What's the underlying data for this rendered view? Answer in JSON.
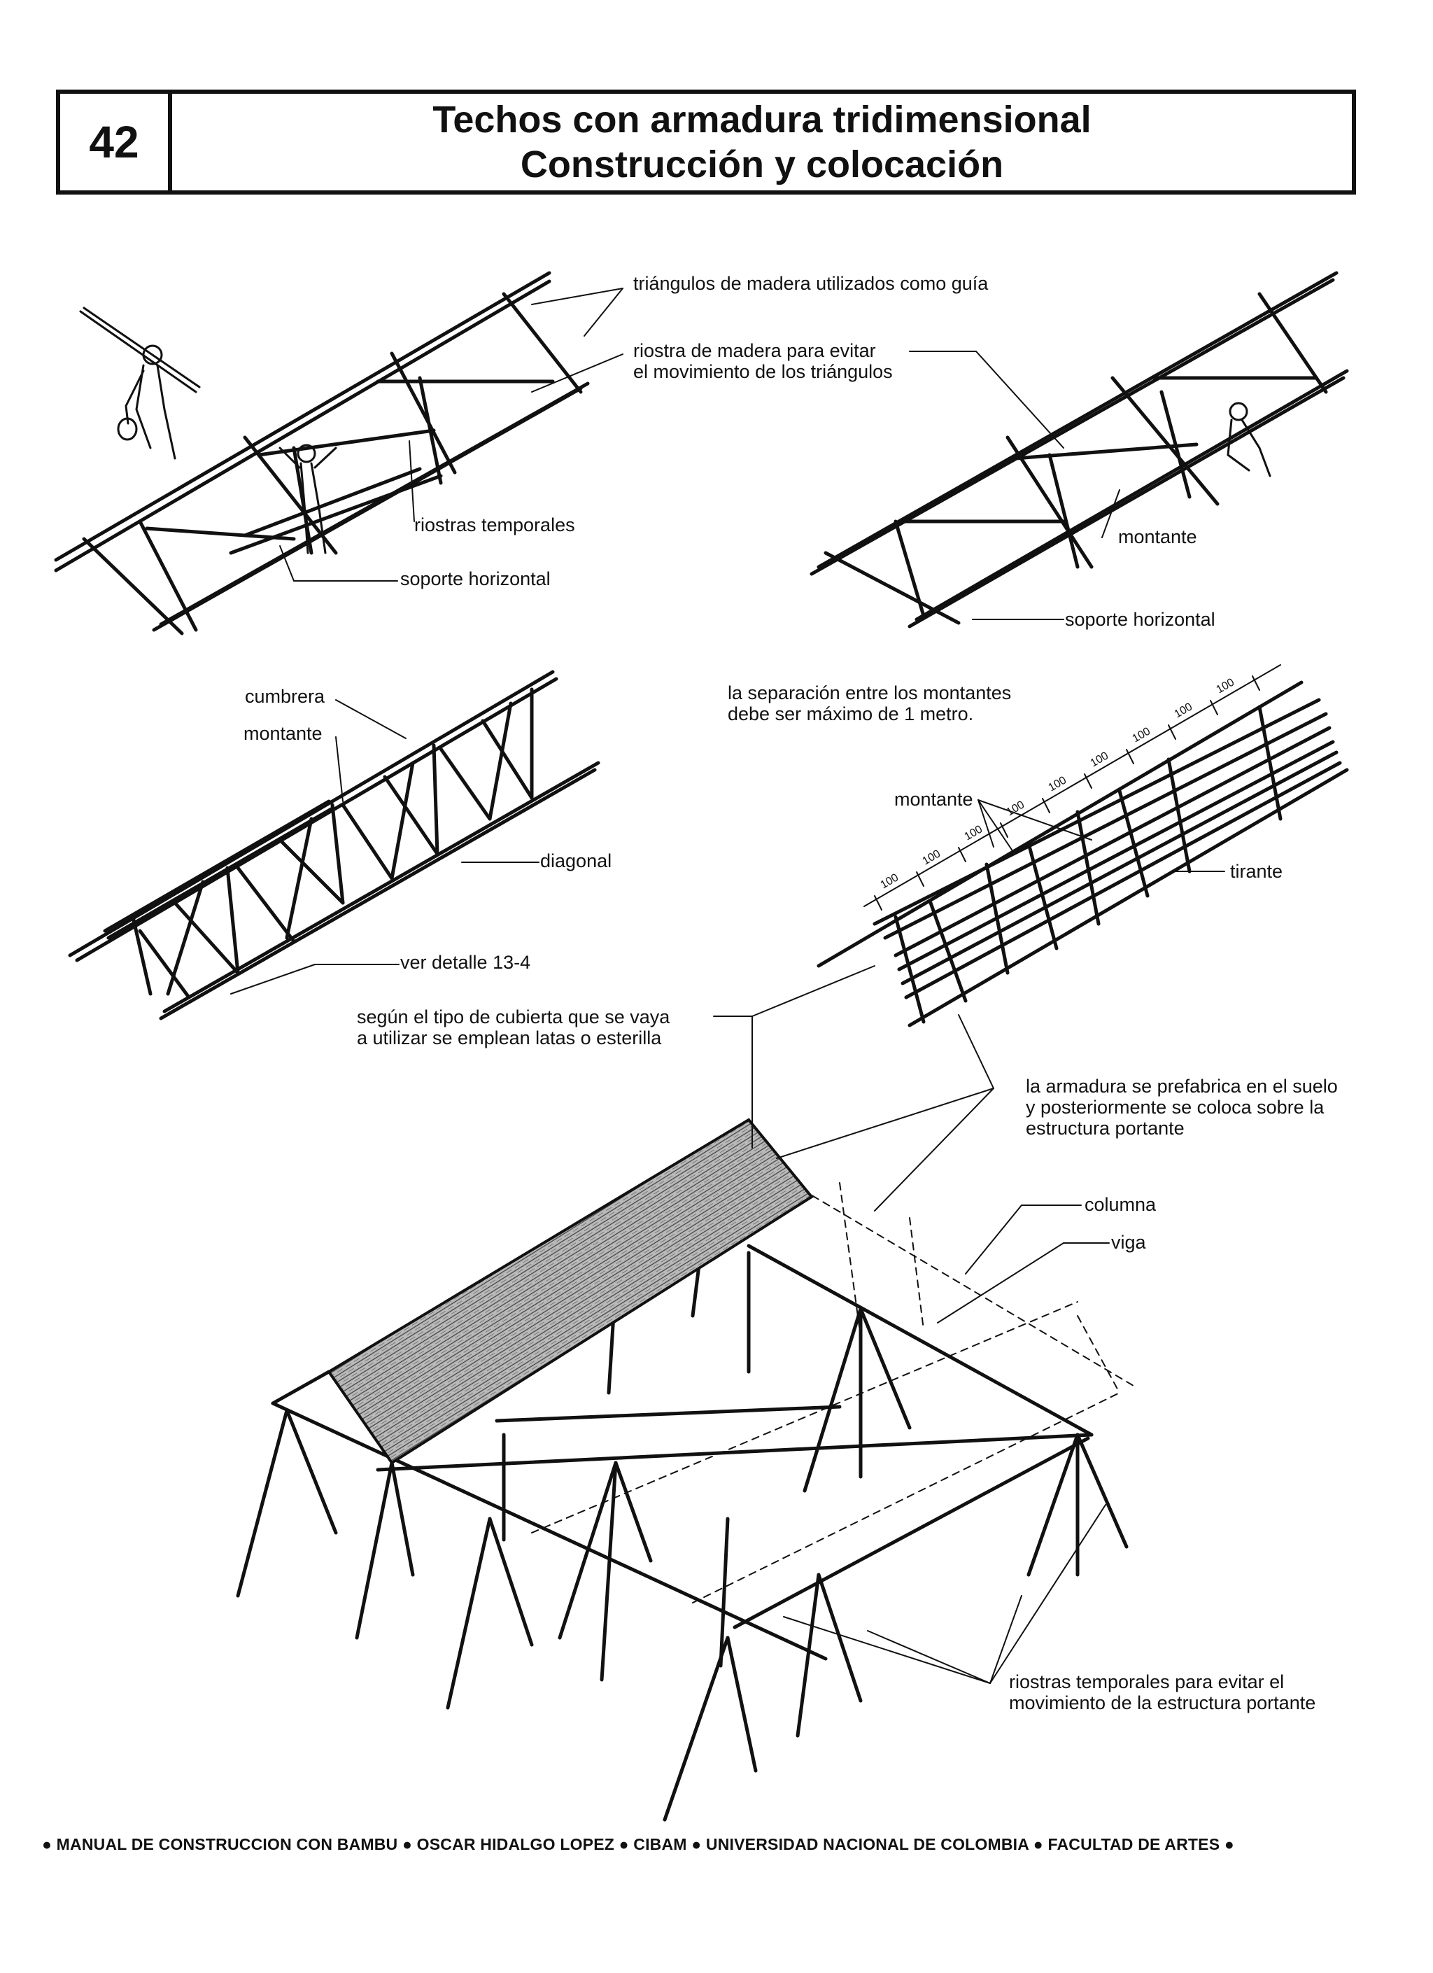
{
  "header": {
    "page_number": "42",
    "title_line1": "Techos con armadura tridimensional",
    "title_line2": "Construcción y colocación"
  },
  "labels": {
    "triangulos": "triángulos de madera utilizados como guía",
    "riostra_madera_1": "riostra de madera para evitar",
    "riostra_madera_2": "el movimiento de los triángulos",
    "riostras_temporales": "riostras temporales",
    "soporte_horizontal_left": "soporte horizontal",
    "montante_top_right": "montante",
    "soporte_horizontal_right": "soporte horizontal",
    "cumbrera": "cumbrera",
    "montante_mid_left": "montante",
    "diagonal": "diagonal",
    "ver_detalle": "ver detalle 13-4",
    "separacion_1": "la separación entre los montantes",
    "separacion_2": "debe ser máximo de 1 metro.",
    "montante_mid_right": "montante",
    "tirante": "tirante",
    "dimension": "100",
    "cubierta_1": "según el tipo de cubierta que se vaya",
    "cubierta_2": "a utilizar se emplean latas o esterilla",
    "prefabrica_1": "la armadura se prefabrica en el suelo",
    "prefabrica_2": "y posteriormente se coloca sobre la",
    "prefabrica_3": "estructura portante",
    "columna": "columna",
    "viga": "viga",
    "riostras_portante_1": "riostras temporales para evitar el",
    "riostras_portante_2": "movimiento de la estructura portante"
  },
  "footer": {
    "text": "● MANUAL DE CONSTRUCCION CON BAMBU ● OSCAR HIDALGO LOPEZ ● CIBAM ● UNIVERSIDAD NACIONAL DE COLOMBIA ● FACULTAD DE ARTES ●"
  }
}
